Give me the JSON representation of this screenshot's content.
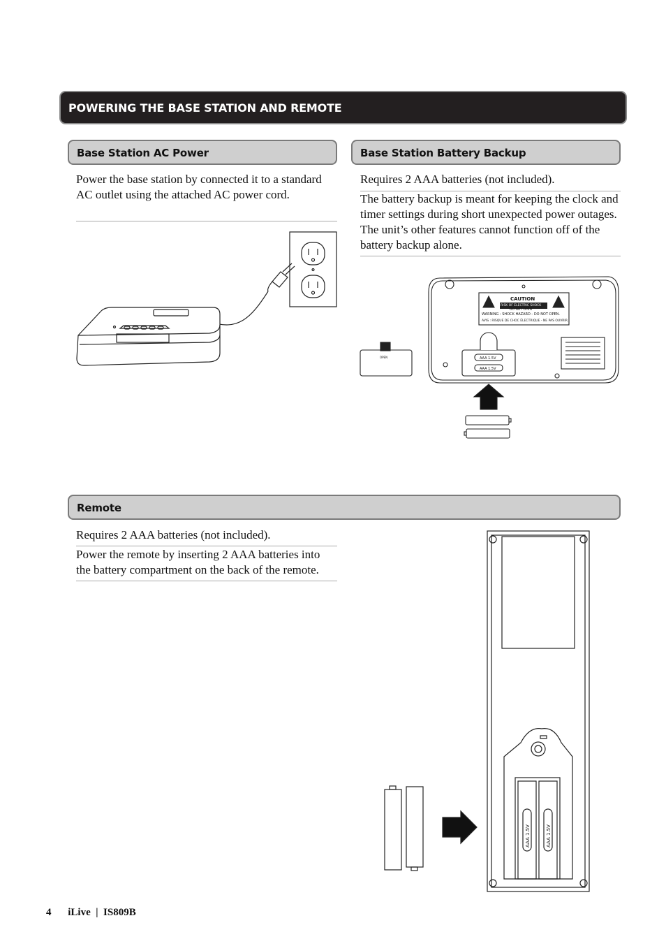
{
  "section": {
    "title": "POWERING THE BASE STATION AND REMOTE"
  },
  "ac_power": {
    "heading": "Base Station AC Power",
    "text": "Power the base station by connected it to a standard AC outlet using the attached AC power cord."
  },
  "battery_backup": {
    "heading": "Base Station Battery Backup",
    "requirement": "Requires 2 AAA batteries (not included).",
    "text": "The battery backup is meant for keeping the clock and timer settings during short unexpected power outages. The unit’s other features cannot function off of the battery backup alone."
  },
  "remote": {
    "heading": "Remote",
    "requirement": "Requires 2 AAA batteries (not included).",
    "text": "Power the remote by inserting 2 AAA batteries into the battery compartment on the back of the remote."
  },
  "illustration_labels": {
    "caution": "CAUTION",
    "risk": "RISK OF ELECTRIC SHOCK",
    "do_not_open": "DO NOT OPEN",
    "warning": "WARNING : SHOCK HAZARD - DO NOT OPEN.",
    "avis": "AVIS : RISQUE DE CHOC ÉLECTRIQUE - NE PAS OUVRIR.",
    "battery": "AAA 1.5V",
    "open": "OPEN"
  },
  "footer": {
    "page_number": "4",
    "brand": "iLive  |  IS809B"
  }
}
